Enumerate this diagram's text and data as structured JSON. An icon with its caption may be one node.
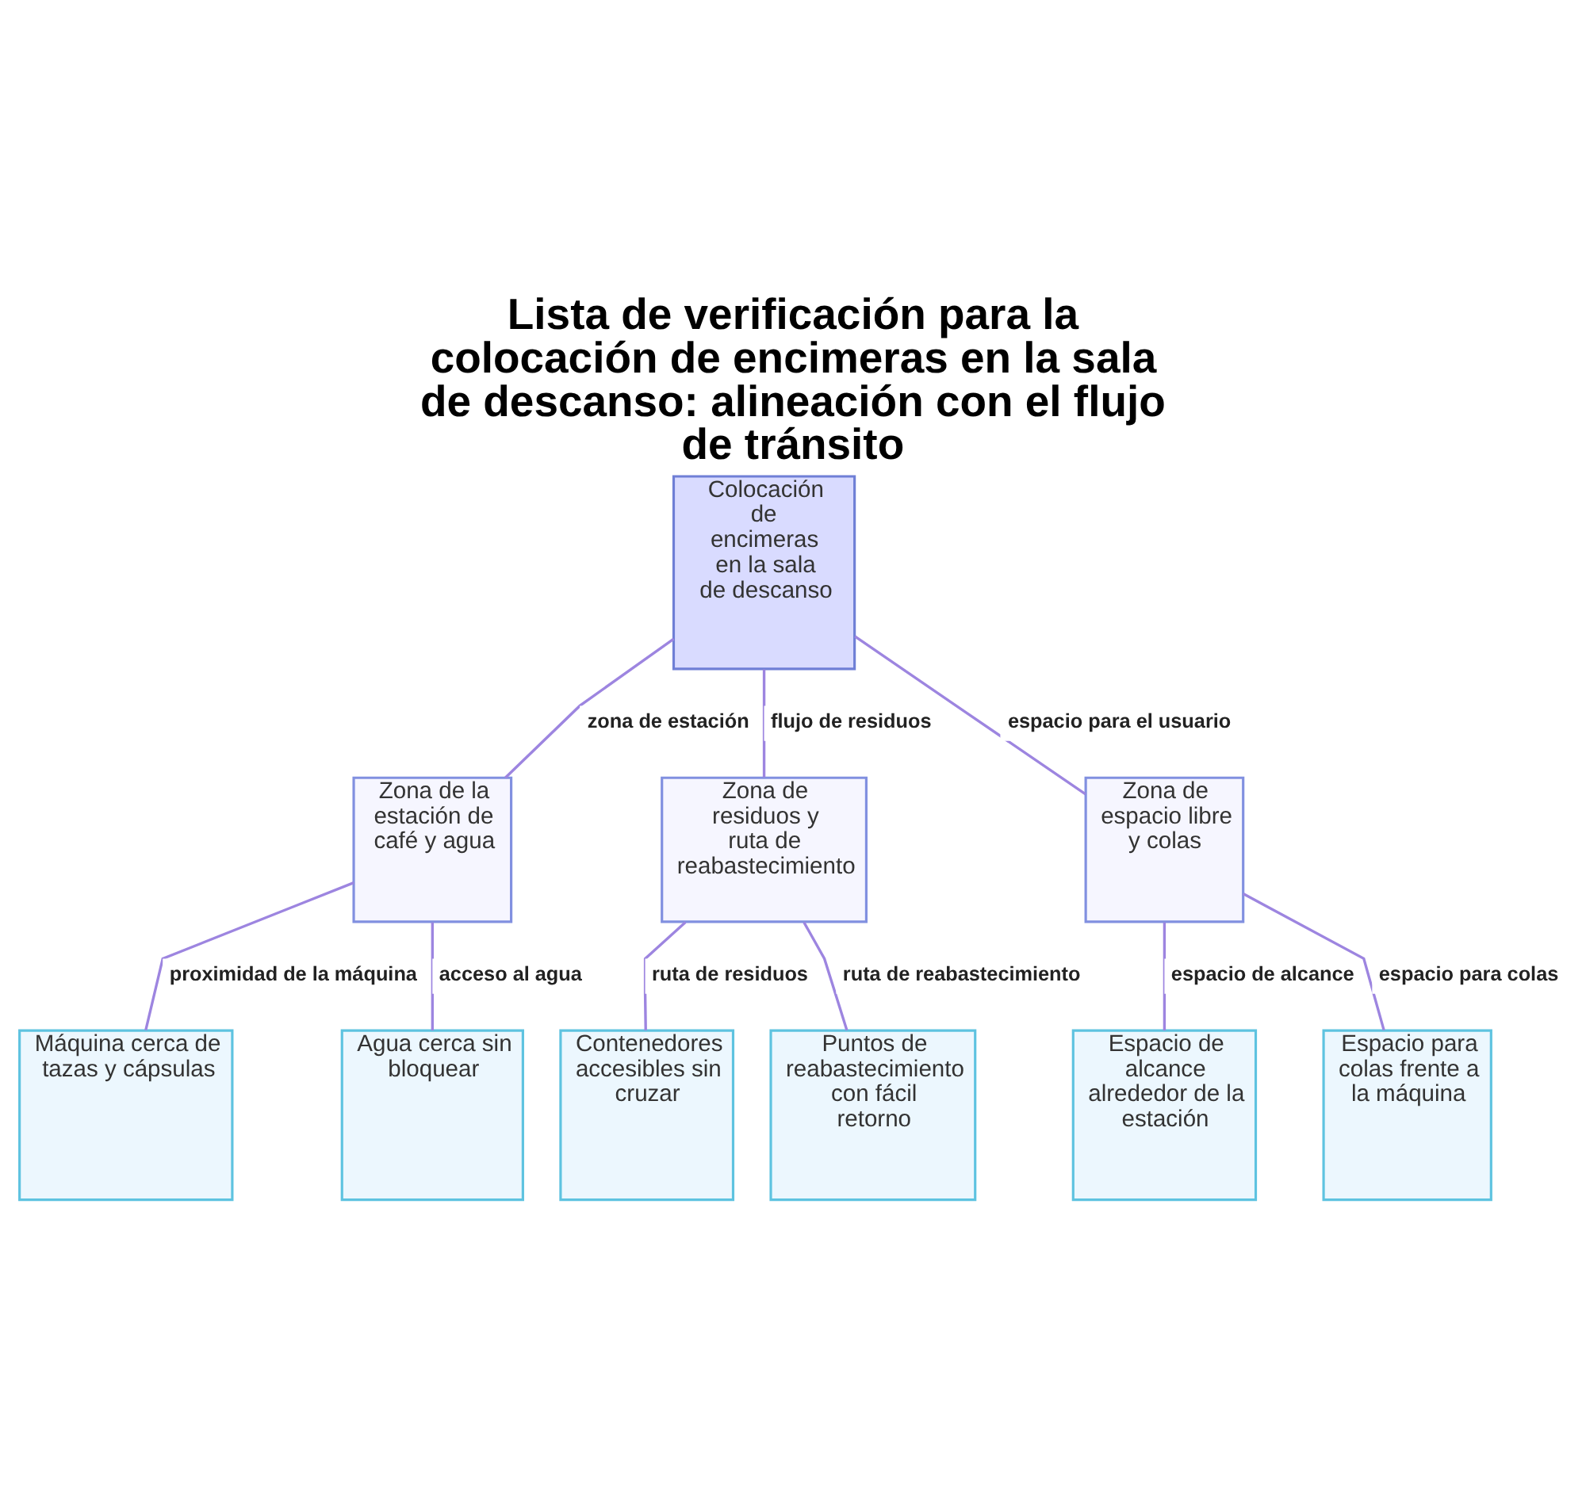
{
  "diagram": {
    "title": "Lista de verificación para la colocación de encimeras en la sala de descanso: alineación con el flujo de tránsito",
    "nodes": [
      {
        "text": [
          "Colocación de encimeras en la sala de descanso"
        ]
      },
      {
        "text": [
          "Zona de la estación de café y agua"
        ]
      },
      {
        "text": [
          "Zona de residuos y ruta de reabastecimiento"
        ]
      },
      {
        "text": [
          "Zona de espacio libre y colas"
        ]
      },
      {
        "text": [
          "Máquina cerca de tazas y cápsulas"
        ]
      },
      {
        "text": [
          "Agua cerca sin bloquear"
        ]
      },
      {
        "text": [
          "Contenedores accesibles sin cruzar"
        ]
      },
      {
        "text": [
          "Puntos de reabastecimiento con fácil retorno"
        ]
      },
      {
        "text": [
          "Espacio de alcance alrededor de la estación"
        ]
      },
      {
        "text": [
          "Espacio para colas frente a la máquina"
        ]
      }
    ],
    "edges": [
      {
        "from": 0,
        "to": 1,
        "arrow": "none",
        "label": "zona de estación"
      },
      {
        "from": 0,
        "to": 2,
        "arrow": "none",
        "label": "flujo de residuos"
      },
      {
        "from": 0,
        "to": 3,
        "arrow": "none",
        "label": "espacio para el usuario"
      },
      {
        "from": 1,
        "to": 4,
        "arrow": "none",
        "label": "proximidad de la máquina"
      },
      {
        "from": 1,
        "to": 5,
        "arrow": "none",
        "label": "acceso al agua"
      },
      {
        "from": 2,
        "to": 6,
        "arrow": "none",
        "label": "ruta de residuos"
      },
      {
        "from": 2,
        "to": 7,
        "arrow": "none",
        "label": "ruta de reabastecimiento"
      },
      {
        "from": 3,
        "to": 8,
        "arrow": "none",
        "label": "espacio de alcance"
      },
      {
        "from": 3,
        "to": 9,
        "arrow": "none",
        "label": "espacio para colas"
      }
    ]
  }
}
